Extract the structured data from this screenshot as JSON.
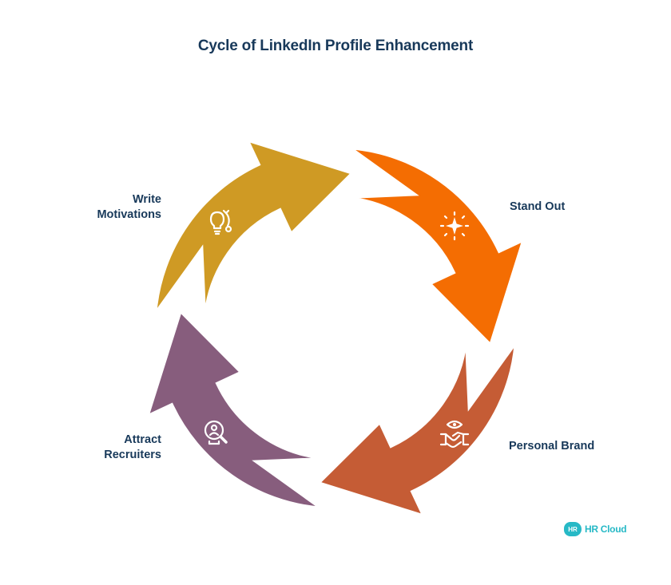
{
  "title": "Cycle of LinkedIn Profile Enhancement",
  "steps": [
    {
      "id": "stand-out",
      "label_lines": [
        "Stand Out"
      ],
      "color": "#f46d02",
      "icon": "sparkle-icon"
    },
    {
      "id": "personal-brand",
      "label_lines": [
        "Personal Brand"
      ],
      "color": "#c55c35",
      "icon": "handshake-eye-icon"
    },
    {
      "id": "attract-recruiters",
      "label_lines": [
        "Attract",
        "Recruiters"
      ],
      "color": "#875d7d",
      "icon": "magnifier-person-icon"
    },
    {
      "id": "write-motivations",
      "label_lines": [
        "Write",
        "Motivations"
      ],
      "color": "#cf9a24",
      "icon": "lightbulb-refresh-icon"
    }
  ],
  "brand": {
    "badge": "HR",
    "name": "HR Cloud"
  }
}
